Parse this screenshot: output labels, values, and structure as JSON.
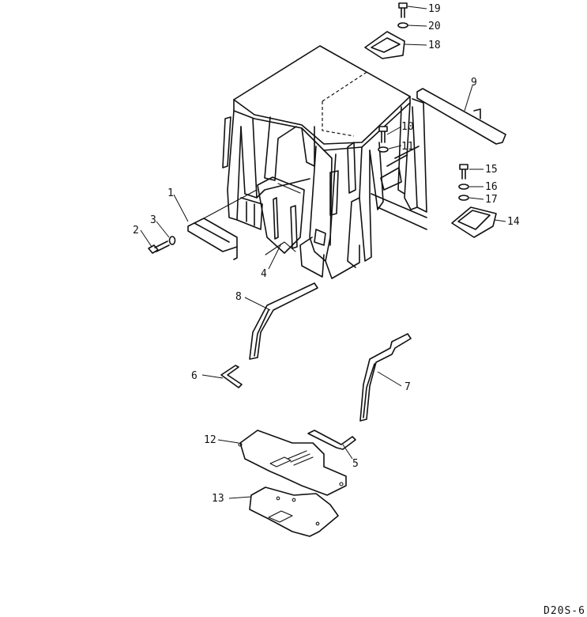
{
  "drawing_code": "D20S-6",
  "callouts": [
    {
      "id": "1",
      "label": "1"
    },
    {
      "id": "2",
      "label": "2"
    },
    {
      "id": "3",
      "label": "3"
    },
    {
      "id": "4",
      "label": "4"
    },
    {
      "id": "5",
      "label": "5"
    },
    {
      "id": "6",
      "label": "6"
    },
    {
      "id": "7",
      "label": "7"
    },
    {
      "id": "8",
      "label": "8"
    },
    {
      "id": "9",
      "label": "9"
    },
    {
      "id": "10",
      "label": "10"
    },
    {
      "id": "11",
      "label": "11"
    },
    {
      "id": "12",
      "label": "12"
    },
    {
      "id": "13",
      "label": "13"
    },
    {
      "id": "14",
      "label": "14"
    },
    {
      "id": "15",
      "label": "15"
    },
    {
      "id": "16",
      "label": "16"
    },
    {
      "id": "17",
      "label": "17"
    },
    {
      "id": "18",
      "label": "18"
    },
    {
      "id": "19",
      "label": "19"
    },
    {
      "id": "20",
      "label": "20"
    }
  ]
}
